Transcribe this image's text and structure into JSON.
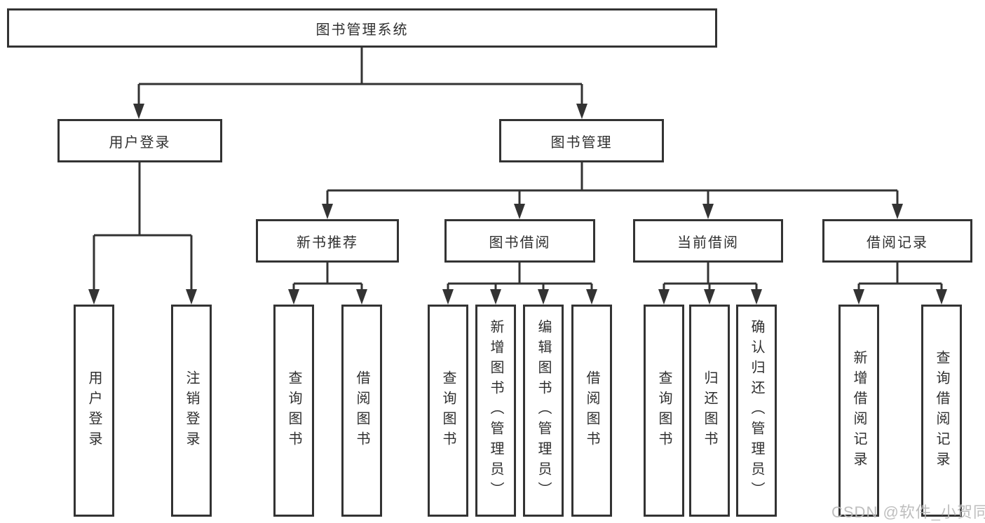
{
  "tree": {
    "label": "图书管理系统",
    "children": [
      {
        "label": "用户登录",
        "children": [
          {
            "label": "用户登录"
          },
          {
            "label": "注销登录"
          }
        ]
      },
      {
        "label": "图书管理",
        "children": [
          {
            "label": "新书推荐",
            "children": [
              {
                "label": "查询图书"
              },
              {
                "label": "借阅图书"
              }
            ]
          },
          {
            "label": "图书借阅",
            "children": [
              {
                "label": "查询图书"
              },
              {
                "label": "新增图书（管理员）"
              },
              {
                "label": "编辑图书（管理员）"
              },
              {
                "label": "借阅图书"
              }
            ]
          },
          {
            "label": "当前借阅",
            "children": [
              {
                "label": "查询图书"
              },
              {
                "label": "归还图书"
              },
              {
                "label": "确认归还（管理员）"
              }
            ]
          },
          {
            "label": "借阅记录",
            "children": [
              {
                "label": "新增借阅记录"
              },
              {
                "label": "查询借阅记录"
              }
            ]
          }
        ]
      }
    ]
  },
  "watermark": {
    "text": "CSDN @软件_小贺同学"
  },
  "colors": {
    "line": "#333333",
    "box_background": "#ffffff",
    "text": "#2f2f2f",
    "watermark": "#b9b9b9"
  }
}
